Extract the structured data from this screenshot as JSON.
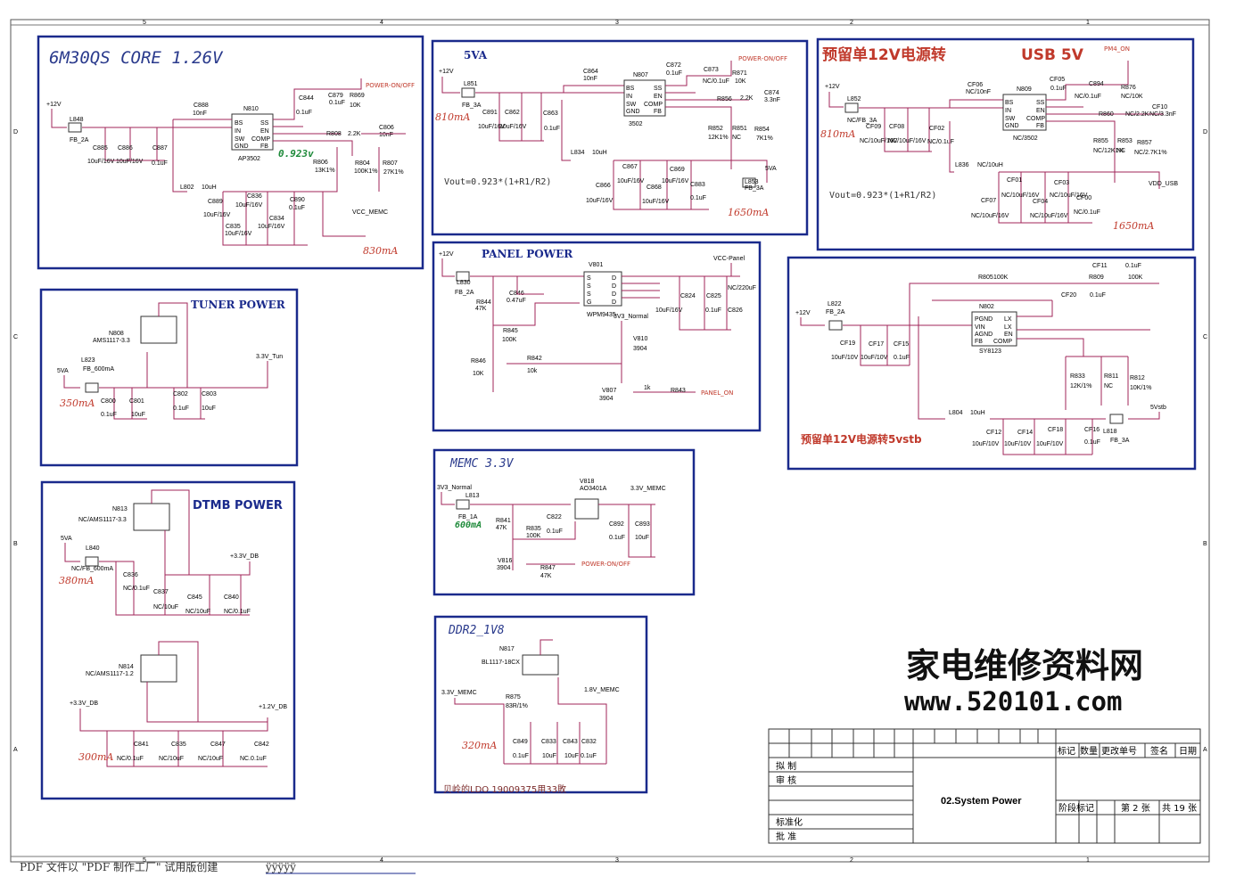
{
  "border_marks": {
    "top": [
      "5",
      "4",
      "3",
      "2",
      "1"
    ],
    "side": [
      "D",
      "C",
      "B",
      "A"
    ]
  },
  "core": {
    "title": "6M30QS CORE 1.26V",
    "vout": "0.923v",
    "current": "830mA",
    "net_12v": "+12V",
    "net_vcc": "VCC_MEMC",
    "net_poweron": "POWER-ON/OFF",
    "ic_ref": "N810",
    "ic_part": "AP3502",
    "ic_pins_l": [
      "BS",
      "IN",
      "SW",
      "GND"
    ],
    "ic_pins_r": [
      "SS",
      "EN",
      "COMP",
      "FB"
    ],
    "labels": [
      "L848",
      "FB_2A",
      "C885",
      "10uF/16V",
      "C886",
      "10uF/16V",
      "C887",
      "0.1uF",
      "C888",
      "10nF",
      "C844",
      "0.1uF",
      "C879",
      "0.1uF",
      "R869",
      "10K",
      "R808",
      "2.2K",
      "C806",
      "10nF",
      "R806",
      "13K1%",
      "R804",
      "100K1%",
      "R807",
      "27K1%",
      "L802",
      "10uH",
      "C889",
      "10uF/16V",
      "C836",
      "10uF/16V",
      "C834",
      "10uF/16V",
      "C835",
      "10uF/16V",
      "C890",
      "0.1uF"
    ]
  },
  "v5a": {
    "title": "5VA",
    "net_12v": "+12V",
    "current_in": "810mA",
    "current_out": "1650mA",
    "formula": "Vout=0.923*(1+R1/R2)",
    "ic_ref": "N807",
    "ic_part": "3502",
    "net_poweron": "POWER-ON/OFF",
    "net_out": "5VA",
    "labels": [
      "L851",
      "FB_3A",
      "C891",
      "10uF/16V",
      "C862",
      "10uF/16V",
      "C863",
      "0.1uF",
      "C864",
      "10nF",
      "C872",
      "0.1uF",
      "C873",
      "NC/0.1uF",
      "R871",
      "10K",
      "R856",
      "2.2K",
      "C874",
      "3.3nF",
      "R852",
      "12K1%",
      "R851",
      "NC",
      "R854",
      "7K1%",
      "L834",
      "10uH",
      "C867",
      "10uF/16V",
      "C869",
      "10uF/16V",
      "C866",
      "10uF/16V",
      "C868",
      "10uF/16V",
      "C883",
      "0.1uF",
      "L853",
      "FB_3A"
    ]
  },
  "usb": {
    "title_cn": "预留单12V电源转",
    "title_en": "USB 5V",
    "net_pm": "PM4_ON",
    "net_12v": "+12V",
    "current_in": "810mA",
    "current_out": "1650mA",
    "formula": "Vout=0.923*(1+R1/R2)",
    "ic_ref": "N809",
    "ic_part": "NC/3502",
    "net_out": "VDD_USB",
    "labels": [
      "L852",
      "NC/FB_3A",
      "CF09",
      "NC/10uF/16V",
      "CF08",
      "NC/10uF/16V",
      "CF02",
      "NC/0.1uF",
      "CF06",
      "NC/10nF",
      "CF05",
      "0.1uF",
      "C894",
      "NC/0.1uF",
      "R876",
      "NC/10K",
      "R860",
      "NC/2.2K",
      "CF10",
      "NC/3.3nF",
      "R855",
      "NC/12K1%",
      "R853",
      "NC",
      "R857",
      "NC/2.7K1%",
      "L836",
      "NC/10uH",
      "CF01",
      "NC/10uF/16V",
      "CF03",
      "NC/10uF/16V",
      "CF07",
      "NC/10uF/16V",
      "CF04",
      "NC/10uF/16V",
      "CF00",
      "NC/0.1uF"
    ]
  },
  "panel": {
    "title": "PANEL POWER",
    "net_12v": "+12V",
    "net_vcc": "VCC-Panel",
    "net_3v3": "3V3_Normal",
    "net_on": "PANEL_ON",
    "ic_ref": "V801",
    "ic_part": "WPM9435",
    "labels": [
      "L830",
      "FB_2A",
      "R844",
      "47K",
      "C846",
      "0.47uF",
      "R845",
      "100K",
      "V810",
      "3904",
      "R846",
      "10K",
      "R842",
      "10k",
      "V807",
      "3904",
      "1k",
      "R843",
      "C824",
      "10uF/16V",
      "C825",
      "0.1uF",
      "NC/220uF",
      "C826"
    ]
  },
  "memc": {
    "title": "MEMC 3.3V",
    "net_in": "3V3_Normal",
    "net_out": "3.3V_MEMC",
    "current": "600mA",
    "net_poweron": "POWER-ON/OFF",
    "labels": [
      "L813",
      "FB_1A",
      "V818",
      "AO3401A",
      "R841",
      "47K",
      "R835",
      "100K",
      "C822",
      "0.1uF",
      "C892",
      "0.1uF",
      "C893",
      "10uF",
      "V816",
      "3904",
      "R847",
      "47K"
    ]
  },
  "ddr2": {
    "title": "DDR2_1V8",
    "net_in": "3.3V_MEMC",
    "net_out": "1.8V_MEMC",
    "current": "320mA",
    "note": "贝岭的LDO 19009375用33敗",
    "labels": [
      "N817",
      "BL1117-18CX",
      "R875",
      "83R/1%",
      "C849",
      "0.1uF",
      "C833",
      "10uF",
      "C843",
      "10uF",
      "C832",
      "0.1uF"
    ]
  },
  "tuner": {
    "title": "TUNER POWER",
    "net_5va": "5VA",
    "net_out": "3.3V_Tun",
    "current": "350mA",
    "labels": [
      "N808",
      "AMS1117-3.3",
      "L823",
      "FB_600mA",
      "C800",
      "0.1uF",
      "C801",
      "10uF",
      "C802",
      "0.1uF",
      "C803",
      "10uF"
    ]
  },
  "dtmb": {
    "title": "DTMB POWER",
    "net_5va": "5VA",
    "net_3v3": "+3.3V_DB",
    "net_3v3b": "+3.3V_DB",
    "net_1v2": "+1.2V_DB",
    "current1": "380mA",
    "current2": "300mA",
    "labels": [
      "N813",
      "NC/AMS1117-3.3",
      "L840",
      "NC/FB_600mA",
      "C836",
      "NC/0.1uF",
      "C837",
      "NC/10uF",
      "C845",
      "NC/10uF",
      "C840",
      "NC/0.1uF",
      "N814",
      "NC/AMS1117-1.2",
      "C841",
      "NC/0.1uF",
      "C835",
      "NC/10uF",
      "C847",
      "NC/10uF",
      "C842",
      "NC.0.1uF"
    ]
  },
  "v5stb": {
    "title_cn": "预留单12V电源转5vstb",
    "net_12v": "+12V",
    "net_out": "5Vstb",
    "ic_ref": "N802",
    "ic_part": "SY8123",
    "ic_pins_l": [
      "PGND",
      "VIN",
      "AGND",
      "FB"
    ],
    "ic_pins_r": [
      "LX",
      "LX",
      "EN",
      "COMP"
    ],
    "labels": [
      "L822",
      "FB_2A",
      "CF19",
      "10uF/10V",
      "CF17",
      "10uF/10V",
      "CF15",
      "0.1uF",
      "R805",
      "100K",
      "CF11",
      "0.1uF",
      "R809",
      "100K",
      "CF20",
      "0.1uF",
      "R833",
      "12K/1%",
      "R811",
      "NC",
      "R812",
      "10K/1%",
      "L804",
      "10uH",
      "CF12",
      "10uF/10V",
      "CF14",
      "10uF/10V",
      "CF18",
      "10uF/10V",
      "CF16",
      "0.1uF",
      "L818",
      "FB_3A"
    ]
  },
  "watermark": {
    "cn": "家电维修资料网",
    "url": "www.520101.com"
  },
  "title_block": {
    "headers": [
      "标记",
      "数量",
      "更改单号",
      "签名",
      "日期"
    ],
    "rows": [
      "拟 制",
      "审 核",
      "标准化",
      "批 准"
    ],
    "name": "02.System Power",
    "stage": "阶段标记",
    "sheet": "第 2 张",
    "total": "共 19 张"
  },
  "footer": {
    "text": "PDF 文件以 \"PDF 制作工厂\" 试用版创建",
    "link": "ÿÿÿÿÿ"
  }
}
